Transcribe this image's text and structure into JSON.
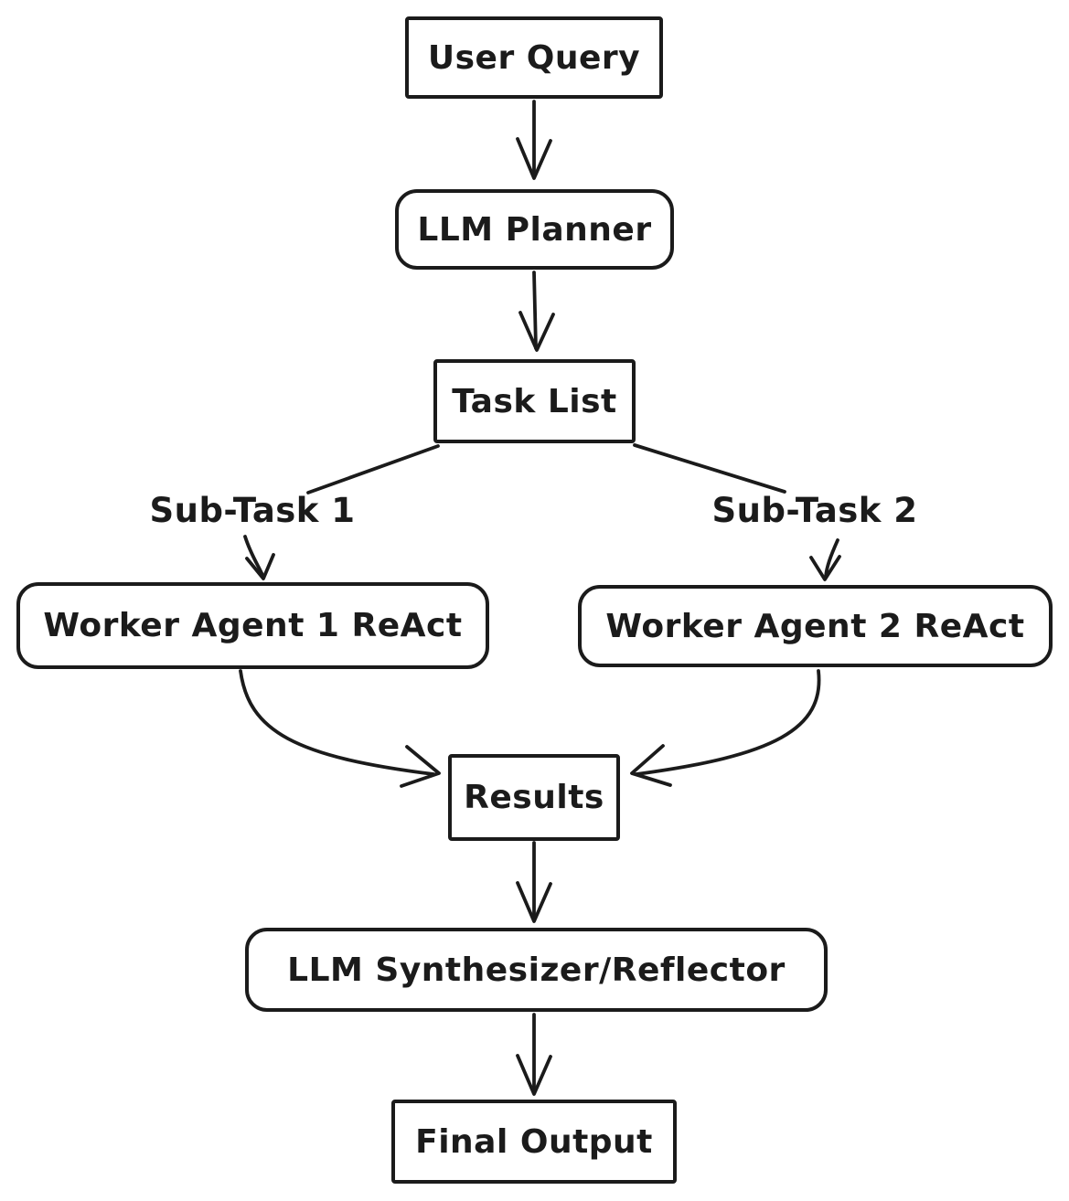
{
  "diagram": {
    "title": "Multi-agent LLM planning flowchart",
    "background_color": "#ffffff",
    "stroke_color": "#1b1b1b",
    "nodes": [
      {
        "id": "user-query",
        "label": "User Query",
        "shape": "rect"
      },
      {
        "id": "llm-planner",
        "label": "LLM Planner",
        "shape": "rounded"
      },
      {
        "id": "task-list",
        "label": "Task List",
        "shape": "rect"
      },
      {
        "id": "worker-agent-1",
        "label": "Worker Agent 1 ReAct",
        "shape": "rounded"
      },
      {
        "id": "worker-agent-2",
        "label": "Worker Agent 2 ReAct",
        "shape": "rounded"
      },
      {
        "id": "results",
        "label": "Results",
        "shape": "rect"
      },
      {
        "id": "llm-synthesizer",
        "label": "LLM Synthesizer/Reflector",
        "shape": "rounded"
      },
      {
        "id": "final-output",
        "label": "Final Output",
        "shape": "rect"
      }
    ],
    "floating_labels": [
      {
        "id": "sub-task-1",
        "label": "Sub-Task 1"
      },
      {
        "id": "sub-task-2",
        "label": "Sub-Task 2"
      }
    ],
    "edges": [
      {
        "from": "user-query",
        "to": "llm-planner",
        "style": "straight-arrow"
      },
      {
        "from": "llm-planner",
        "to": "task-list",
        "style": "straight-arrow"
      },
      {
        "from": "task-list",
        "to": "sub-task-1",
        "style": "plain-line"
      },
      {
        "from": "task-list",
        "to": "sub-task-2",
        "style": "plain-line"
      },
      {
        "from": "sub-task-1",
        "to": "worker-agent-1",
        "style": "short-curved-arrow"
      },
      {
        "from": "sub-task-2",
        "to": "worker-agent-2",
        "style": "short-curved-arrow"
      },
      {
        "from": "worker-agent-1",
        "to": "results",
        "style": "curved-arrow"
      },
      {
        "from": "worker-agent-2",
        "to": "results",
        "style": "curved-arrow"
      },
      {
        "from": "results",
        "to": "llm-synthesizer",
        "style": "straight-arrow"
      },
      {
        "from": "llm-synthesizer",
        "to": "final-output",
        "style": "straight-arrow"
      }
    ]
  }
}
